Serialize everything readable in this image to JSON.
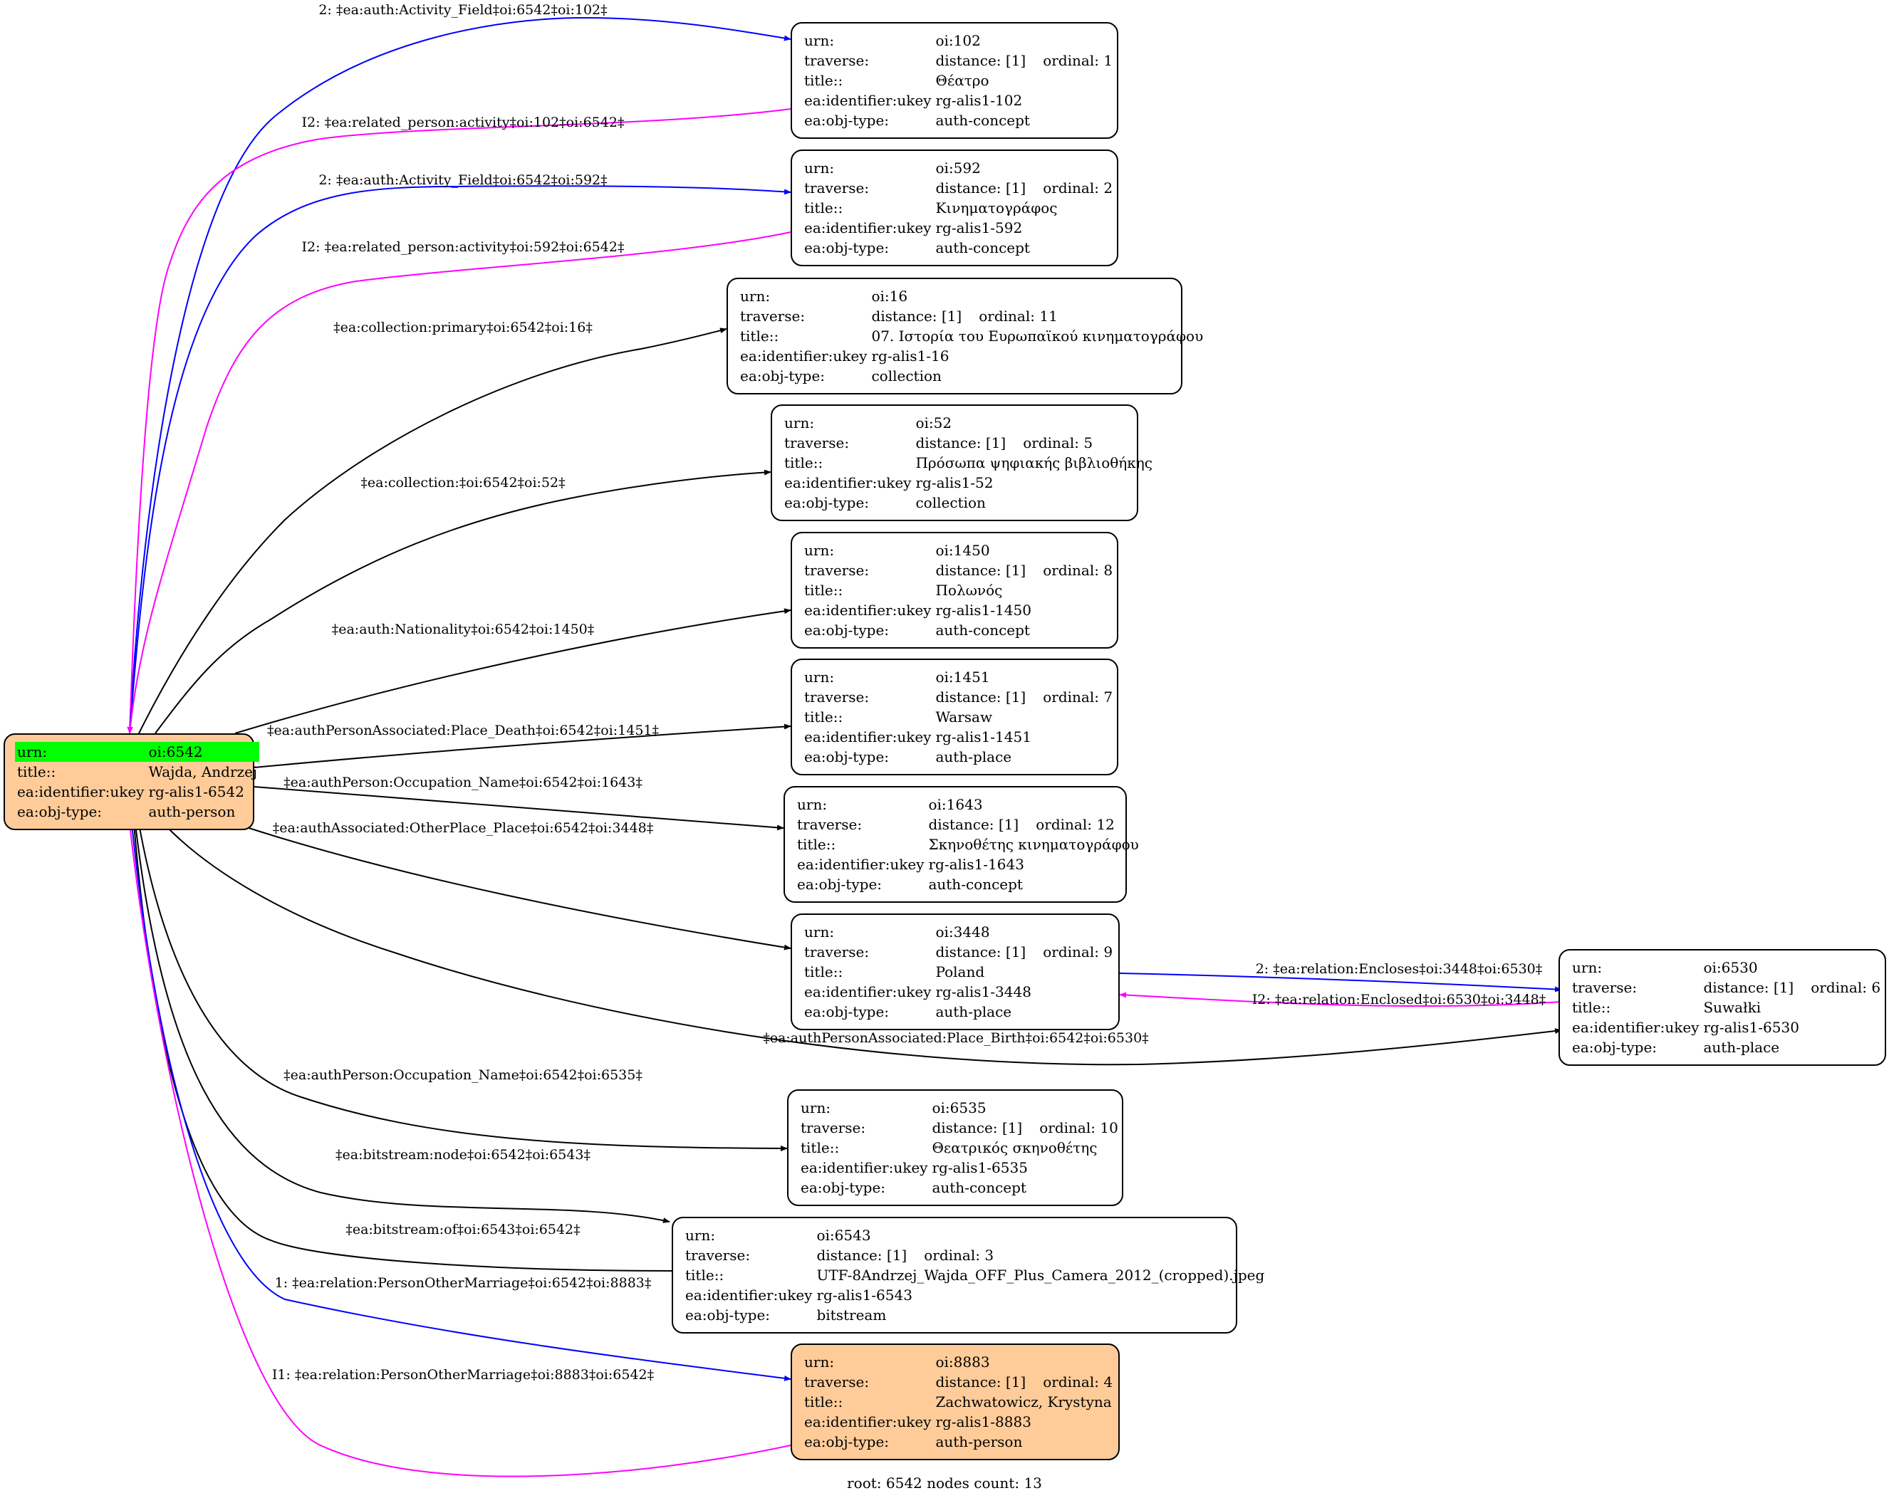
{
  "nodes": {
    "root": {
      "urn_key": "urn:",
      "urn": "oi:6542",
      "title_key": "title::",
      "title": "Wajda, Andrzej",
      "ukey_key": "ea:identifier:ukey",
      "ukey": "rg-alis1-6542",
      "type_key": "ea:obj-type:",
      "type": "auth-person"
    },
    "n102": {
      "urn_key": "urn:",
      "urn": "oi:102",
      "trav_key": "traverse:",
      "distance": "distance: [1]",
      "ordinal": "ordinal: 1",
      "title_key": "title::",
      "title": "Θέατρο",
      "ukey_key": "ea:identifier:ukey",
      "ukey": "rg-alis1-102",
      "type_key": "ea:obj-type:",
      "type": "auth-concept"
    },
    "n592": {
      "urn_key": "urn:",
      "urn": "oi:592",
      "trav_key": "traverse:",
      "distance": "distance: [1]",
      "ordinal": "ordinal: 2",
      "title_key": "title::",
      "title": "Κινηματογράφος",
      "ukey_key": "ea:identifier:ukey",
      "ukey": "rg-alis1-592",
      "type_key": "ea:obj-type:",
      "type": "auth-concept"
    },
    "n16": {
      "urn_key": "urn:",
      "urn": "oi:16",
      "trav_key": "traverse:",
      "distance": "distance: [1]",
      "ordinal": "ordinal: 11",
      "title_key": "title::",
      "title": "07. Ιστορία του Ευρωπαϊκού κινηματογράφου",
      "ukey_key": "ea:identifier:ukey",
      "ukey": "rg-alis1-16",
      "type_key": "ea:obj-type:",
      "type": "collection"
    },
    "n52": {
      "urn_key": "urn:",
      "urn": "oi:52",
      "trav_key": "traverse:",
      "distance": "distance: [1]",
      "ordinal": "ordinal: 5",
      "title_key": "title::",
      "title": "Πρόσωπα ψηφιακής βιβλιοθήκης",
      "ukey_key": "ea:identifier:ukey",
      "ukey": "rg-alis1-52",
      "type_key": "ea:obj-type:",
      "type": "collection"
    },
    "n1450": {
      "urn_key": "urn:",
      "urn": "oi:1450",
      "trav_key": "traverse:",
      "distance": "distance: [1]",
      "ordinal": "ordinal: 8",
      "title_key": "title::",
      "title": "Πολωνός",
      "ukey_key": "ea:identifier:ukey",
      "ukey": "rg-alis1-1450",
      "type_key": "ea:obj-type:",
      "type": "auth-concept"
    },
    "n1451": {
      "urn_key": "urn:",
      "urn": "oi:1451",
      "trav_key": "traverse:",
      "distance": "distance: [1]",
      "ordinal": "ordinal: 7",
      "title_key": "title::",
      "title": "Warsaw",
      "ukey_key": "ea:identifier:ukey",
      "ukey": "rg-alis1-1451",
      "type_key": "ea:obj-type:",
      "type": "auth-place"
    },
    "n1643": {
      "urn_key": "urn:",
      "urn": "oi:1643",
      "trav_key": "traverse:",
      "distance": "distance: [1]",
      "ordinal": "ordinal: 12",
      "title_key": "title::",
      "title": "Σκηνοθέτης κινηματογράφου",
      "ukey_key": "ea:identifier:ukey",
      "ukey": "rg-alis1-1643",
      "type_key": "ea:obj-type:",
      "type": "auth-concept"
    },
    "n3448": {
      "urn_key": "urn:",
      "urn": "oi:3448",
      "trav_key": "traverse:",
      "distance": "distance: [1]",
      "ordinal": "ordinal: 9",
      "title_key": "title::",
      "title": "Poland",
      "ukey_key": "ea:identifier:ukey",
      "ukey": "rg-alis1-3448",
      "type_key": "ea:obj-type:",
      "type": "auth-place"
    },
    "n6530": {
      "urn_key": "urn:",
      "urn": "oi:6530",
      "trav_key": "traverse:",
      "distance": "distance: [1]",
      "ordinal": "ordinal: 6",
      "title_key": "title::",
      "title": "Suwałki",
      "ukey_key": "ea:identifier:ukey",
      "ukey": "rg-alis1-6530",
      "type_key": "ea:obj-type:",
      "type": "auth-place"
    },
    "n6535": {
      "urn_key": "urn:",
      "urn": "oi:6535",
      "trav_key": "traverse:",
      "distance": "distance: [1]",
      "ordinal": "ordinal: 10",
      "title_key": "title::",
      "title": "Θεατρικός σκηνοθέτης",
      "ukey_key": "ea:identifier:ukey",
      "ukey": "rg-alis1-6535",
      "type_key": "ea:obj-type:",
      "type": "auth-concept"
    },
    "n6543": {
      "urn_key": "urn:",
      "urn": "oi:6543",
      "trav_key": "traverse:",
      "distance": "distance: [1]",
      "ordinal": "ordinal: 3",
      "title_key": "title::",
      "title": "UTF-8Andrzej_Wajda_OFF_Plus_Camera_2012_(cropped).jpeg",
      "ukey_key": "ea:identifier:ukey",
      "ukey": "rg-alis1-6543",
      "type_key": "ea:obj-type:",
      "type": "bitstream"
    },
    "n8883": {
      "urn_key": "urn:",
      "urn": "oi:8883",
      "trav_key": "traverse:",
      "distance": "distance: [1]",
      "ordinal": "ordinal: 4",
      "title_key": "title::",
      "title": "Zachwatowicz, Krystyna",
      "ukey_key": "ea:identifier:ukey",
      "ukey": "rg-alis1-8883",
      "type_key": "ea:obj-type:",
      "type": "auth-person"
    }
  },
  "edges": {
    "e1": "2: ‡ea:auth:Activity_Field‡oi:6542‡oi:102‡",
    "e2": "I2: ‡ea:related_person:activity‡oi:102‡oi:6542‡",
    "e3": "2: ‡ea:auth:Activity_Field‡oi:6542‡oi:592‡",
    "e4": "I2: ‡ea:related_person:activity‡oi:592‡oi:6542‡",
    "e5": "‡ea:collection:primary‡oi:6542‡oi:16‡",
    "e6": "‡ea:collection:‡oi:6542‡oi:52‡",
    "e7": "‡ea:auth:Nationality‡oi:6542‡oi:1450‡",
    "e8": "‡ea:authPersonAssociated:Place_Death‡oi:6542‡oi:1451‡",
    "e9": "‡ea:authPerson:Occupation_Name‡oi:6542‡oi:1643‡",
    "e10": "‡ea:authAssociated:OtherPlace_Place‡oi:6542‡oi:3448‡",
    "e11": "2: ‡ea:relation:Encloses‡oi:3448‡oi:6530‡",
    "e12": "I2: ‡ea:relation:Enclosed‡oi:6530‡oi:3448‡",
    "e13": "‡ea:authPersonAssociated:Place_Birth‡oi:6542‡oi:6530‡",
    "e14": "‡ea:authPerson:Occupation_Name‡oi:6542‡oi:6535‡",
    "e15": "‡ea:bitstream:node‡oi:6542‡oi:6543‡",
    "e16": "‡ea:bitstream:of‡oi:6543‡oi:6542‡",
    "e17": "1: ‡ea:relation:PersonOtherMarriage‡oi:6542‡oi:8883‡",
    "e18": "I1: ‡ea:relation:PersonOtherMarriage‡oi:8883‡oi:6542‡"
  },
  "colors": {
    "forward": "#0000ff",
    "inverse": "#ff00ff",
    "plain": "#000000",
    "person_fill": "#ffcc99",
    "root_highlight": "#00ff00"
  },
  "footer": "root: 6542 nodes count: 13"
}
